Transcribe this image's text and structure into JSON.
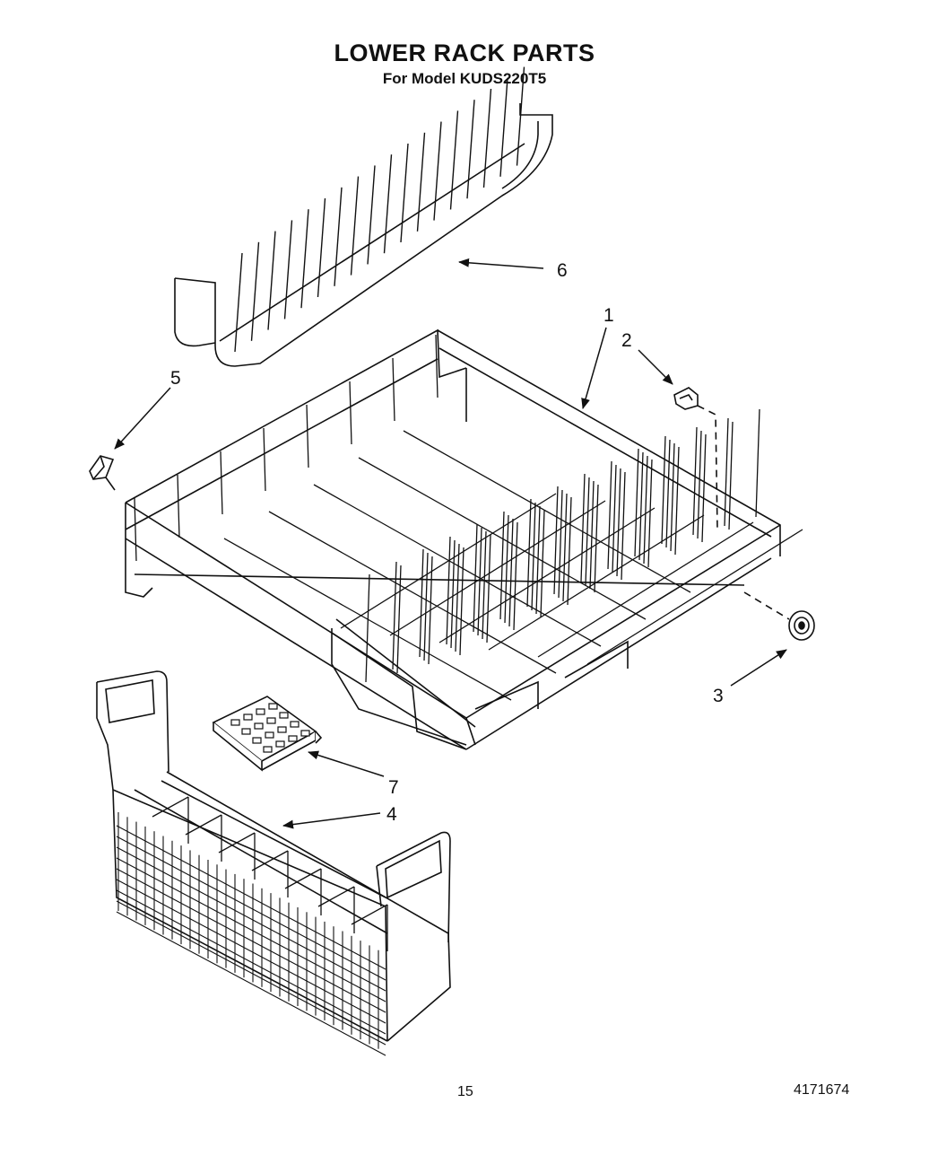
{
  "title": "LOWER RACK PARTS",
  "subtitle": "For Model KUDS220T5",
  "callouts": [
    "1",
    "2",
    "3",
    "4",
    "5",
    "6",
    "7"
  ],
  "page_number": "15",
  "document_number": "4171674"
}
